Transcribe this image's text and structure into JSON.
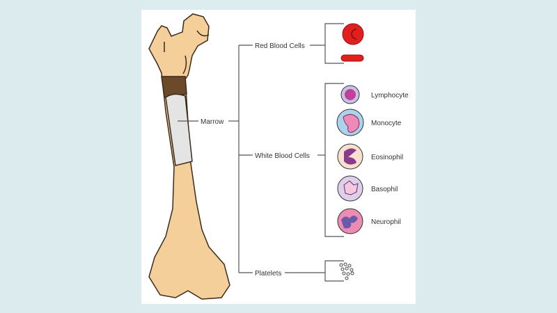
{
  "labels": {
    "marrow": "Marrow",
    "red_blood_cells": "Red Blood Cells",
    "white_blood_cells": "White Blood Cells",
    "platelets": "Platelets"
  },
  "white_cells": [
    "Lymphocyte",
    "Monocyte",
    "Eosinophil",
    "Basophil",
    "Neurophil"
  ],
  "colors": {
    "background": "#dcecee",
    "bone": "#f5cf9a",
    "rbc": "#e0201e",
    "marrow": "#e4e4e4"
  }
}
